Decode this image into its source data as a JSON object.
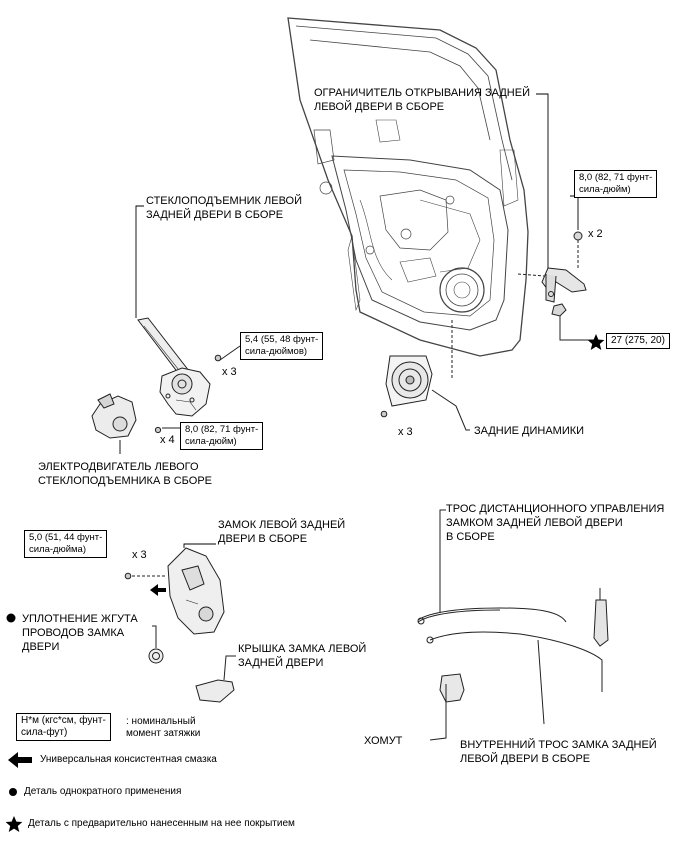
{
  "components": {
    "door_check": "ОГРАНИЧИТЕЛЬ ОТКРЫВАНИЯ ЗАДНЕЙ\nЛЕВОЙ ДВЕРИ В СБОРЕ",
    "window_regulator": "СТЕКЛОПОДЪЕМНИК ЛЕВОЙ\nЗАДНЕЙ ДВЕРИ В СБОРЕ",
    "regulator_motor": "ЭЛЕКТРОДВИГАТЕЛЬ ЛЕВОГО\nСТЕКЛОПОДЪЕМНИКА В СБОРЕ",
    "rear_speakers": "ЗАДНИЕ ДИНАМИКИ",
    "door_lock": "ЗАМОК ЛЕВОЙ ЗАДНЕЙ\nДВЕРИ В СБОРЕ",
    "harness_seal": "УПЛОТНЕНИЕ ЖГУТА\nПРОВОДОВ ЗАМКА\nДВЕРИ",
    "lock_cover": "КРЫШКА ЗАМКА ЛЕВОЙ\nЗАДНЕЙ ДВЕРИ",
    "remote_cable": "ТРОС ДИСТАНЦИОННОГО УПРАВЛЕНИЯ\nЗАМКОМ ЗАДНЕЙ ЛЕВОЙ ДВЕРИ\nВ СБОРЕ",
    "inside_cable": "ВНУТРЕННИЙ ТРОС ЗАМКА ЗАДНЕЙ\nЛЕВОЙ ДВЕРИ В СБОРЕ",
    "clamp": "ХОМУТ"
  },
  "torques": {
    "check_bolt": "8,0 (82, 71 фунт-\nсила-дюйм)",
    "check_bolt_qty": "x 2",
    "check_star": "27 (275, 20)",
    "regulator_bolt": "5,4 (55, 48 фунт-\nсила-дюймов)",
    "regulator_bolt_qty": "x 3",
    "motor_bolt": "8,0 (82, 71 фунт-\nсила-дюйм)",
    "motor_bolt_qty": "x 4",
    "speaker_qty": "x 3",
    "lock_screw": "5,0 (51, 44 фунт-\nсила-дюйма)",
    "lock_screw_qty": "x 3"
  },
  "legend": {
    "unit_box": "Н*м (кгс*см, фунт-\nсила-фут)",
    "unit_desc": ": номинальный\nмомент затяжки",
    "grease": "Универсальная консистентная смазка",
    "one_time": "Деталь однократного применения",
    "precoated": "Деталь с предварительно нанесенным на нее покрытием"
  }
}
